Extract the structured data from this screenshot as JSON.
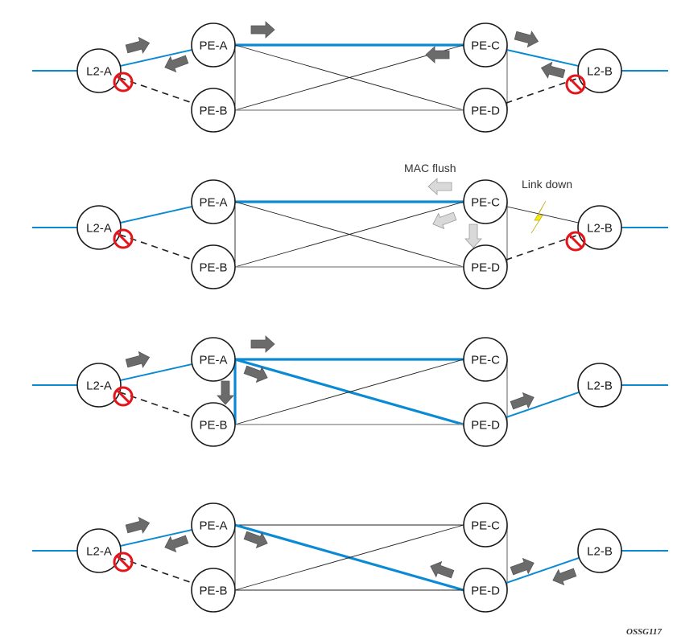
{
  "colors": {
    "active_link": "#0a8ad2",
    "mesh_link": "#222222",
    "standby_link": "#999999",
    "arrow_dark": "#6b6b6b",
    "arrow_light": "#d9d9d9",
    "block_sign": "#e4141b",
    "lightning": "#f7ec13"
  },
  "nodes": [
    "L2-A",
    "PE-A",
    "PE-B",
    "PE-C",
    "PE-D",
    "L2-B"
  ],
  "annotations": {
    "mac_flush": "MAC flush",
    "link_down": "Link down"
  },
  "figure_id": "OSSG117",
  "panels": [
    {
      "step": 1,
      "links": [
        {
          "from": "edge-left",
          "to": "L2-A",
          "style": "active"
        },
        {
          "from": "L2-A",
          "to": "PE-A",
          "style": "active"
        },
        {
          "from": "L2-A",
          "to": "PE-B",
          "style": "dashed",
          "blocked": true
        },
        {
          "from": "PE-A",
          "to": "PE-C",
          "style": "active-thick"
        },
        {
          "from": "PE-A",
          "to": "PE-D",
          "style": "mesh"
        },
        {
          "from": "PE-B",
          "to": "PE-C",
          "style": "mesh"
        },
        {
          "from": "PE-B",
          "to": "PE-D",
          "style": "standby"
        },
        {
          "from": "PE-A",
          "to": "PE-B",
          "style": "mesh"
        },
        {
          "from": "PE-C",
          "to": "PE-D",
          "style": "standby"
        },
        {
          "from": "PE-C",
          "to": "L2-B",
          "style": "active"
        },
        {
          "from": "PE-D",
          "to": "L2-B",
          "style": "dashed",
          "blocked": true
        },
        {
          "from": "L2-B",
          "to": "edge-right",
          "style": "active"
        }
      ],
      "arrows": [
        {
          "near": "L2-A->PE-A",
          "direction": "right",
          "shade": "dark"
        },
        {
          "near": "PE-A->L2-A",
          "direction": "left",
          "shade": "dark"
        },
        {
          "near": "PE-A->PE-C",
          "direction": "right",
          "shade": "dark"
        },
        {
          "near": "PE-C->PE-B",
          "direction": "left",
          "shade": "dark"
        },
        {
          "near": "PE-C->L2-B",
          "direction": "right",
          "shade": "dark"
        },
        {
          "near": "L2-B->PE-C",
          "direction": "left",
          "shade": "dark"
        }
      ]
    },
    {
      "step": 2,
      "links": [
        {
          "from": "edge-left",
          "to": "L2-A",
          "style": "active"
        },
        {
          "from": "L2-A",
          "to": "PE-A",
          "style": "active"
        },
        {
          "from": "L2-A",
          "to": "PE-B",
          "style": "dashed",
          "blocked": true
        },
        {
          "from": "PE-A",
          "to": "PE-C",
          "style": "active-thick"
        },
        {
          "from": "PE-A",
          "to": "PE-D",
          "style": "mesh"
        },
        {
          "from": "PE-B",
          "to": "PE-C",
          "style": "mesh"
        },
        {
          "from": "PE-B",
          "to": "PE-D",
          "style": "standby"
        },
        {
          "from": "PE-A",
          "to": "PE-B",
          "style": "mesh"
        },
        {
          "from": "PE-C",
          "to": "PE-D",
          "style": "standby"
        },
        {
          "from": "PE-C",
          "to": "L2-B",
          "style": "mesh",
          "failed": true
        },
        {
          "from": "PE-D",
          "to": "L2-B",
          "style": "dashed",
          "blocked": true
        },
        {
          "from": "L2-B",
          "to": "edge-right",
          "style": "active"
        }
      ],
      "arrows": [
        {
          "near": "PE-C->PE-A",
          "direction": "left",
          "shade": "light"
        },
        {
          "near": "PE-C->PE-B",
          "direction": "down-left",
          "shade": "light"
        },
        {
          "near": "PE-C->PE-D",
          "direction": "down",
          "shade": "light"
        }
      ],
      "labels": [
        "mac_flush",
        "link_down"
      ]
    },
    {
      "step": 3,
      "links": [
        {
          "from": "edge-left",
          "to": "L2-A",
          "style": "active"
        },
        {
          "from": "L2-A",
          "to": "PE-A",
          "style": "active"
        },
        {
          "from": "L2-A",
          "to": "PE-B",
          "style": "dashed",
          "blocked": true
        },
        {
          "from": "PE-A",
          "to": "PE-C",
          "style": "active-thick"
        },
        {
          "from": "PE-A",
          "to": "PE-D",
          "style": "active-thick"
        },
        {
          "from": "PE-B",
          "to": "PE-C",
          "style": "mesh"
        },
        {
          "from": "PE-B",
          "to": "PE-D",
          "style": "standby"
        },
        {
          "from": "PE-A",
          "to": "PE-B",
          "style": "active-thick"
        },
        {
          "from": "PE-C",
          "to": "PE-D",
          "style": "standby"
        },
        {
          "from": "PE-D",
          "to": "L2-B",
          "style": "active"
        },
        {
          "from": "L2-B",
          "to": "edge-right",
          "style": "active"
        }
      ],
      "arrows": [
        {
          "near": "L2-A->PE-A",
          "direction": "right",
          "shade": "dark"
        },
        {
          "near": "PE-A->PE-C",
          "direction": "right",
          "shade": "dark"
        },
        {
          "near": "PE-A->PE-D",
          "direction": "down-right",
          "shade": "dark"
        },
        {
          "near": "PE-A->PE-B",
          "direction": "down",
          "shade": "dark"
        },
        {
          "near": "PE-D->L2-B",
          "direction": "right",
          "shade": "dark"
        }
      ]
    },
    {
      "step": 4,
      "links": [
        {
          "from": "edge-left",
          "to": "L2-A",
          "style": "active"
        },
        {
          "from": "L2-A",
          "to": "PE-A",
          "style": "active"
        },
        {
          "from": "L2-A",
          "to": "PE-B",
          "style": "dashed",
          "blocked": true
        },
        {
          "from": "PE-A",
          "to": "PE-C",
          "style": "mesh"
        },
        {
          "from": "PE-A",
          "to": "PE-D",
          "style": "active-thick"
        },
        {
          "from": "PE-B",
          "to": "PE-C",
          "style": "mesh"
        },
        {
          "from": "PE-B",
          "to": "PE-D",
          "style": "mesh"
        },
        {
          "from": "PE-A",
          "to": "PE-B",
          "style": "mesh"
        },
        {
          "from": "PE-C",
          "to": "PE-D",
          "style": "standby"
        },
        {
          "from": "PE-D",
          "to": "L2-B",
          "style": "active"
        },
        {
          "from": "L2-B",
          "to": "edge-right",
          "style": "active"
        }
      ],
      "arrows": [
        {
          "near": "L2-A->PE-A",
          "direction": "right",
          "shade": "dark"
        },
        {
          "near": "PE-A->L2-A",
          "direction": "left",
          "shade": "dark"
        },
        {
          "near": "PE-A->PE-D",
          "direction": "down-right",
          "shade": "dark"
        },
        {
          "near": "PE-D->PE-A",
          "direction": "up-left",
          "shade": "dark"
        },
        {
          "near": "PE-D->L2-B",
          "direction": "right",
          "shade": "dark"
        },
        {
          "near": "L2-B->PE-D",
          "direction": "left",
          "shade": "dark"
        }
      ]
    }
  ]
}
